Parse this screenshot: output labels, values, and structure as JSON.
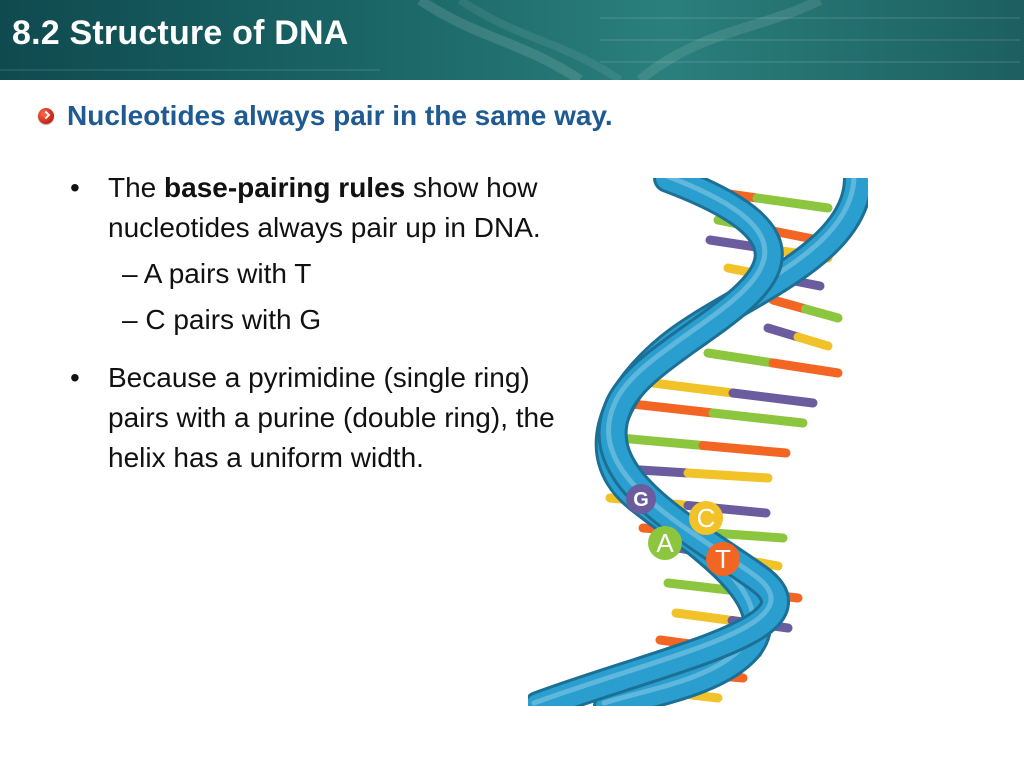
{
  "header": {
    "title": "8.2 Structure of DNA"
  },
  "subheading": "Nucleotides always pair in the same way.",
  "bullets": [
    {
      "prefix": "The ",
      "bold": "base-pairing rules",
      "suffix": " show how nucleotides always pair up in DNA.",
      "subitems": [
        "– A pairs with T",
        "– C pairs with G"
      ]
    },
    {
      "text": "Because a pyrimidine (single ring) pairs with a purine (double ring), the helix has a uniform width."
    }
  ],
  "figure": {
    "labels": {
      "g": "G",
      "c": "C",
      "a": "A",
      "t": "T"
    },
    "colors": {
      "backbone": "#2a9fcf",
      "g": "#6a5c9e",
      "c": "#f2c229",
      "a": "#8cc63f",
      "t": "#f26522"
    }
  }
}
